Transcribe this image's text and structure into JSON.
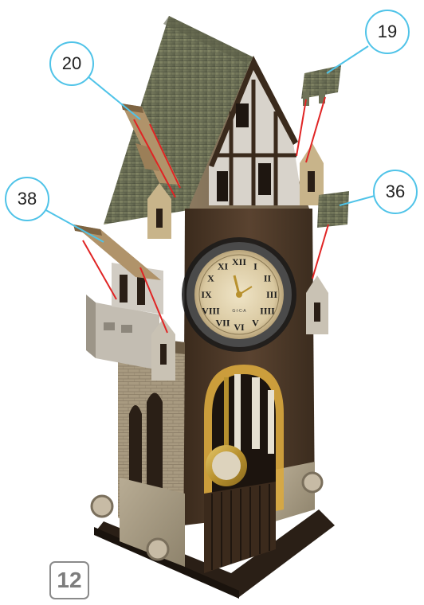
{
  "diagram": {
    "step_number": "12",
    "callouts": [
      {
        "id": "c20",
        "label": "20"
      },
      {
        "id": "c19",
        "label": "19"
      },
      {
        "id": "c38",
        "label": "38"
      },
      {
        "id": "c36",
        "label": "36"
      }
    ],
    "clock_face_text": "G·I·C·A",
    "colors": {
      "callout_border": "#4fc3e8",
      "leader_line": "#e02424",
      "pointer_line": "#4fc3e8",
      "step_border": "#8a8a8a"
    }
  }
}
